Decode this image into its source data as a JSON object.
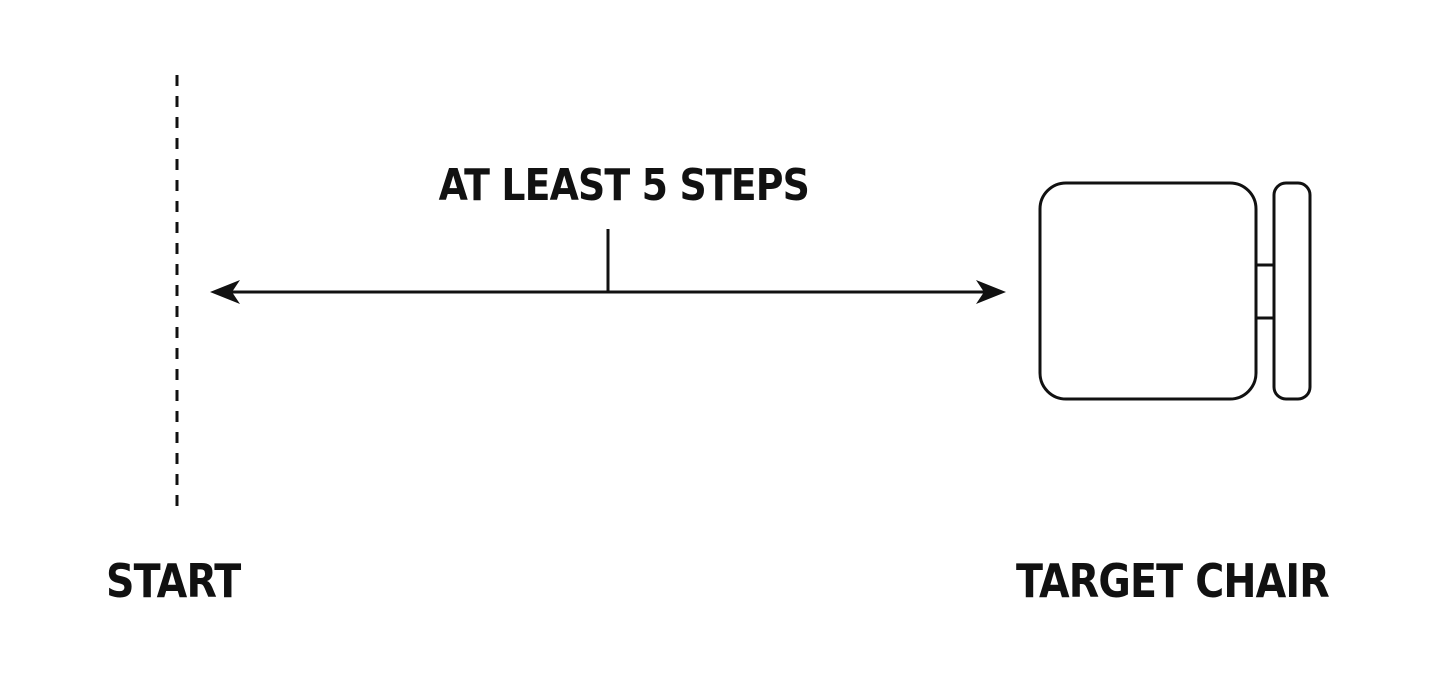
{
  "labels": {
    "distance": "AT LEAST 5 STEPS",
    "start": "START",
    "target": "TARGET CHAIR"
  },
  "icons": {
    "chair": "chair-top-view-icon",
    "arrow": "double-headed-arrow"
  },
  "colors": {
    "ink": "#111111",
    "background": "#ffffff"
  }
}
